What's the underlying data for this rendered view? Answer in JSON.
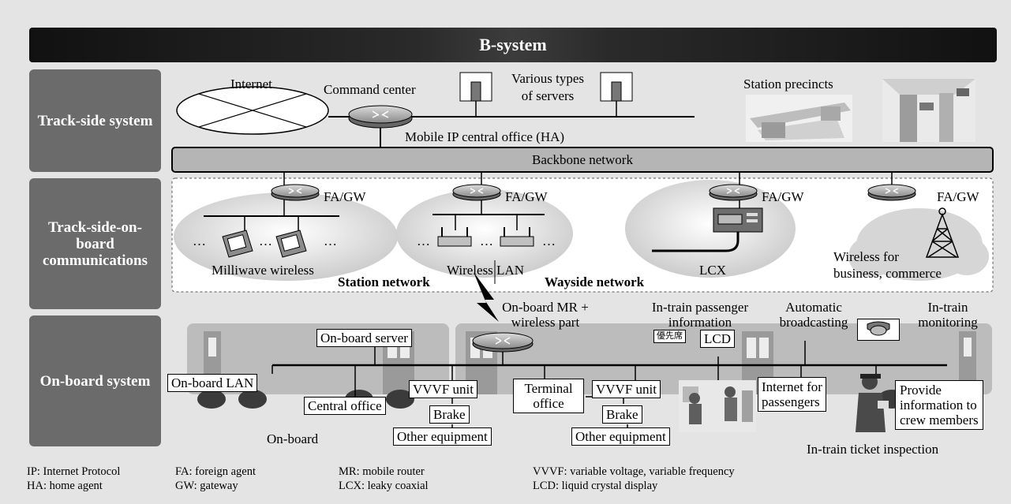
{
  "title": "B-system",
  "sections": {
    "trackside": "Track-side system",
    "comm": "Track-side-on-board communications",
    "onboard": "On-board system"
  },
  "trackside": {
    "internet": "Internet",
    "command_center": "Command center",
    "servers_line1": "Various types",
    "servers_line2": "of servers",
    "station_precincts": "Station precincts",
    "mobile_ip": "Mobile IP central office (HA)",
    "backbone": "Backbone network"
  },
  "comm": {
    "fa_gw": "FA/GW",
    "milliwave": "Milliwave wireless",
    "wireless_lan": "Wireless LAN",
    "lcx": "LCX",
    "wireless_biz_line1": "Wireless for",
    "wireless_biz_line2": "business, commerce",
    "station_network": "Station network",
    "wayside_network": "Wayside network",
    "dots": "…"
  },
  "onboard": {
    "mr_line1": "On-board MR +",
    "mr_line2": "wireless part",
    "passenger_info_line1": "In-train passenger",
    "passenger_info_line2": "information",
    "auto_broadcast_line1": "Automatic",
    "auto_broadcast_line2": "broadcasting",
    "monitoring_line1": "In-train",
    "monitoring_line2": "monitoring",
    "server": "On-board server",
    "lcd": "LCD",
    "priority_seat": "優先席",
    "lan": "On-board LAN",
    "central_office": "Central office",
    "vvvf1": "VVVF unit",
    "brake1": "Brake",
    "other1": "Other equipment",
    "terminal_line1": "Terminal",
    "terminal_line2": "office",
    "vvvf2": "VVVF unit",
    "brake2": "Brake",
    "other2": "Other equipment",
    "internet_pass_line1": "Internet for",
    "internet_pass_line2": "passengers",
    "crew_line1": "Provide",
    "crew_line2": "information to",
    "crew_line3": "crew members",
    "onboard_label": "On-board",
    "ticket": "In-train ticket inspection"
  },
  "footnotes": [
    [
      "IP: Internet Protocol",
      "HA: home agent"
    ],
    [
      "FA: foreign agent",
      "GW: gateway"
    ],
    [
      "MR: mobile router",
      "LCX: leaky coaxial"
    ],
    [
      "VVVF: variable voltage, variable frequency",
      "LCD: liquid crystal display"
    ]
  ]
}
